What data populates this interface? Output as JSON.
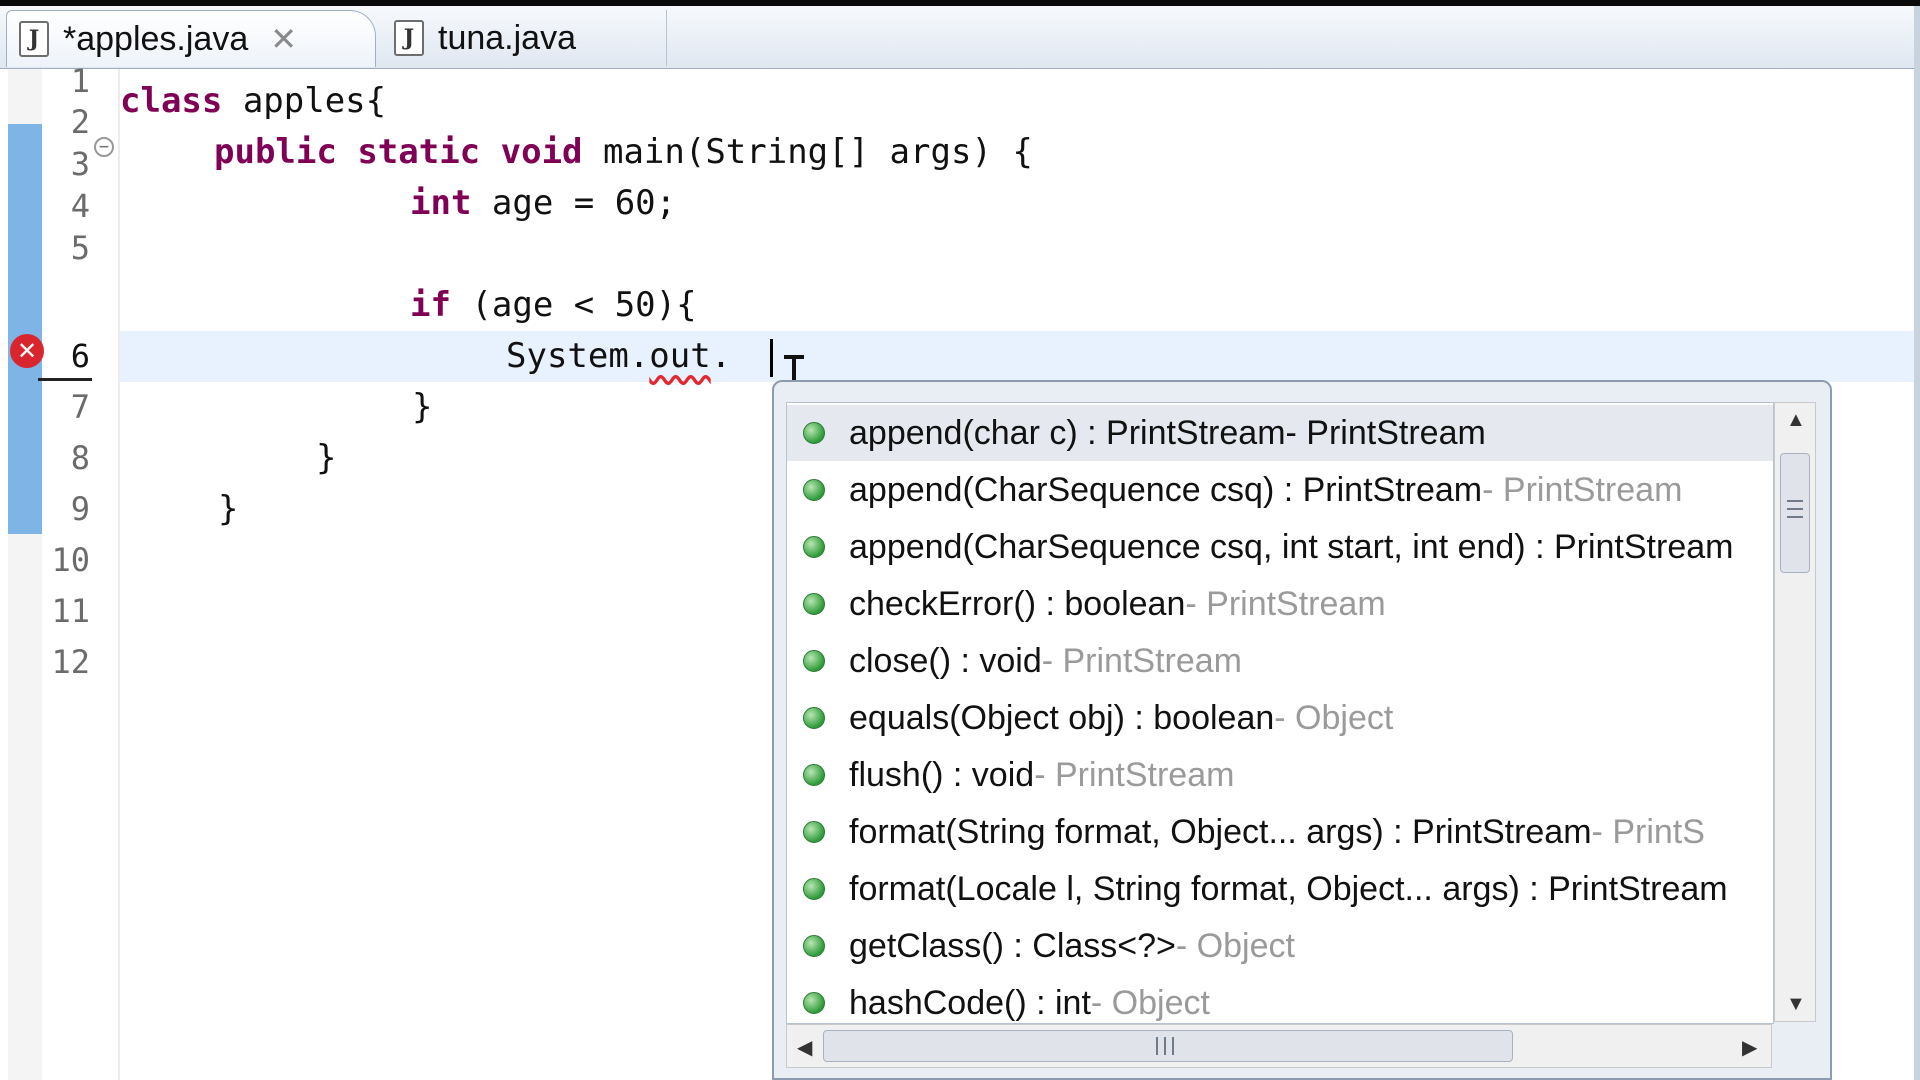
{
  "tabs": [
    {
      "label": "*apples.java",
      "icon": "java-file-icon",
      "close": "close-icon"
    },
    {
      "label": "tuna.java",
      "icon": "java-file-icon"
    }
  ],
  "editor": {
    "line_numbers": [
      "1",
      "2",
      "3",
      "4",
      "5",
      "6",
      "7",
      "8",
      "9",
      "10",
      "11",
      "12"
    ],
    "lines": {
      "l1_kw": "class",
      "l1_rest": " apples{",
      "l2_kw1": "public",
      "l2_kw2": "static",
      "l2_kw3": "void",
      "l2_rest": " main(String[] args) {",
      "l3_kw": "int",
      "l3_rest": " age = 60;",
      "l5_kw": "if",
      "l5_rest": " (age < 50){",
      "l6_obj": "System.",
      "l6_field": "out",
      "l6_dot": ".",
      "l7": "}",
      "l8": "}",
      "l9": "}"
    },
    "current_line": 6,
    "error_marker": "error-icon"
  },
  "autocomplete": {
    "items": [
      {
        "sig": "append(char c) : PrintStream",
        "decl": " - PrintStream",
        "selected": true
      },
      {
        "sig": "append(CharSequence csq) : PrintStream",
        "decl": " - PrintStream"
      },
      {
        "sig": "append(CharSequence csq, int start, int end) : PrintStream",
        "decl": ""
      },
      {
        "sig": "checkError() : boolean",
        "decl": " - PrintStream"
      },
      {
        "sig": "close() : void",
        "decl": " - PrintStream"
      },
      {
        "sig": "equals(Object obj) : boolean",
        "decl": " - Object"
      },
      {
        "sig": "flush() : void",
        "decl": " - PrintStream"
      },
      {
        "sig": "format(String format, Object... args) : PrintStream",
        "decl": " - PrintS"
      },
      {
        "sig": "format(Locale l, String format, Object... args) : PrintStream",
        "decl": ""
      },
      {
        "sig": "getClass() : Class<?>",
        "decl": " - Object"
      },
      {
        "sig": "hashCode() : int",
        "decl": " - Object"
      }
    ],
    "method_icon": "public-method-icon",
    "colors": {
      "selected_bg": "#e5e8ee",
      "method_dot": "#2f9a3a",
      "declaring_type": "#9a9a9a"
    }
  }
}
